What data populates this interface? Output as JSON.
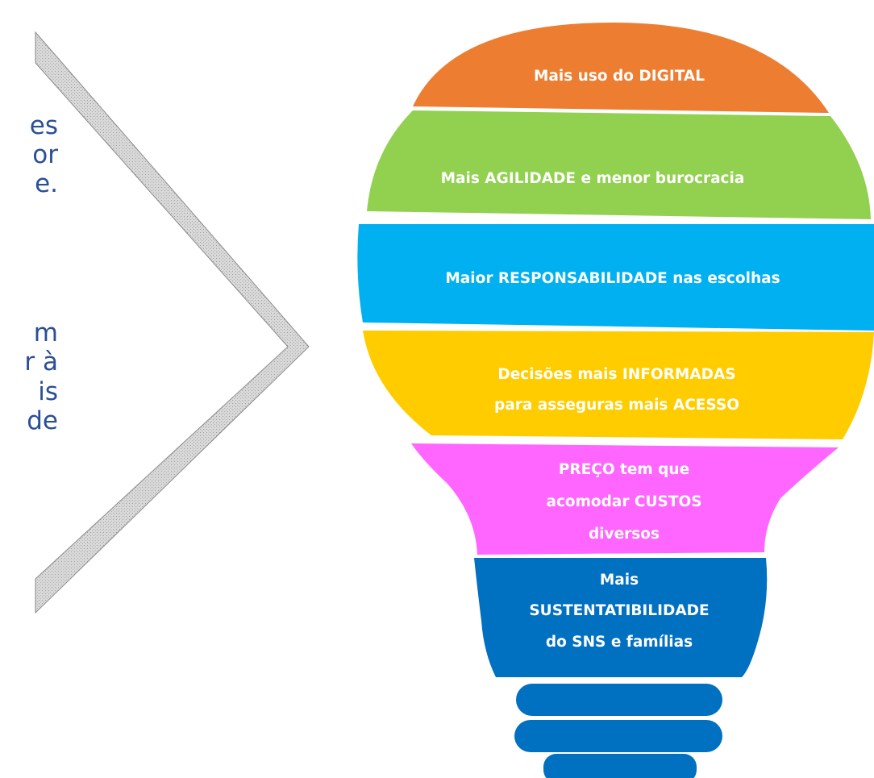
{
  "left_text_fragments": [
    "es",
    "or",
    "e.",
    "m",
    "r à",
    "is",
    "de"
  ],
  "bulb": {
    "bands": [
      {
        "lines": [
          "Mais uso do DIGITAL"
        ],
        "color": "#ed7d31"
      },
      {
        "lines": [
          "Mais AGILIDADE e menor burocracia"
        ],
        "color": "#92d050"
      },
      {
        "lines": [
          "Maior RESPONSABILIDADE nas escolhas"
        ],
        "color": "#00b0f0"
      },
      {
        "lines": [
          "Decisões mais INFORMADAS",
          "para asseguras mais ACESSO"
        ],
        "color": "#ffcc00"
      },
      {
        "lines": [
          "PREÇO tem que",
          "acomodar CUSTOS",
          "diversos"
        ],
        "color": "#ff66ff"
      },
      {
        "lines": [
          "Mais",
          "SUSTENTATIBILIDADE",
          "do SNS e famílias"
        ],
        "color": "#0070c0"
      }
    ],
    "base_color": "#0070c0"
  },
  "chevron_color": "#d9d9d9"
}
